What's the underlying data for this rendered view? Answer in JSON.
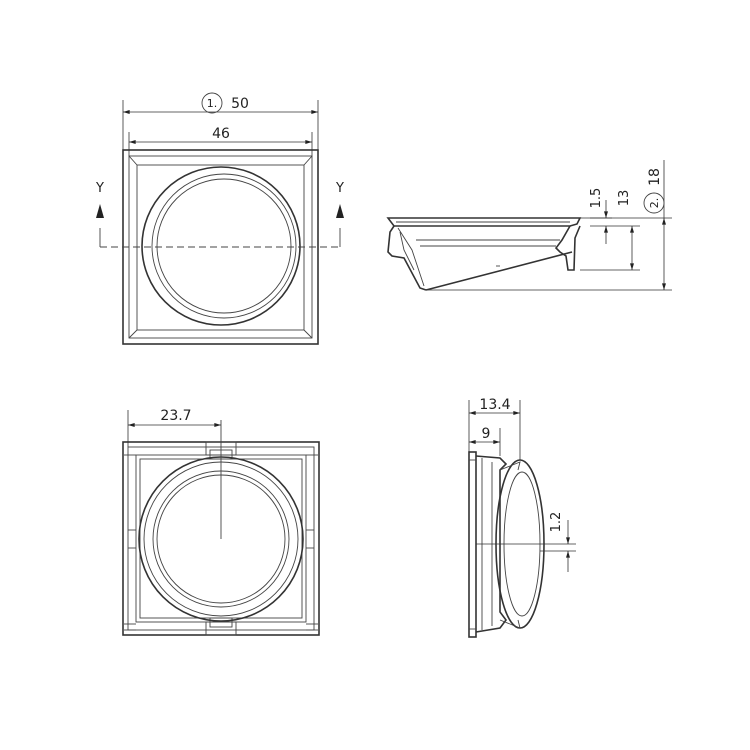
{
  "dimensions": {
    "outer_width": {
      "marker": "1.",
      "value": "50"
    },
    "inner_width": "46",
    "rim_thickness": "1.5",
    "depth": "13",
    "total_height": {
      "marker": "2.",
      "value": "18"
    },
    "center_offset": "23.7",
    "side_depth": "13.4",
    "side_flange": "9",
    "gap": "1.2"
  },
  "section_marker": "Y"
}
